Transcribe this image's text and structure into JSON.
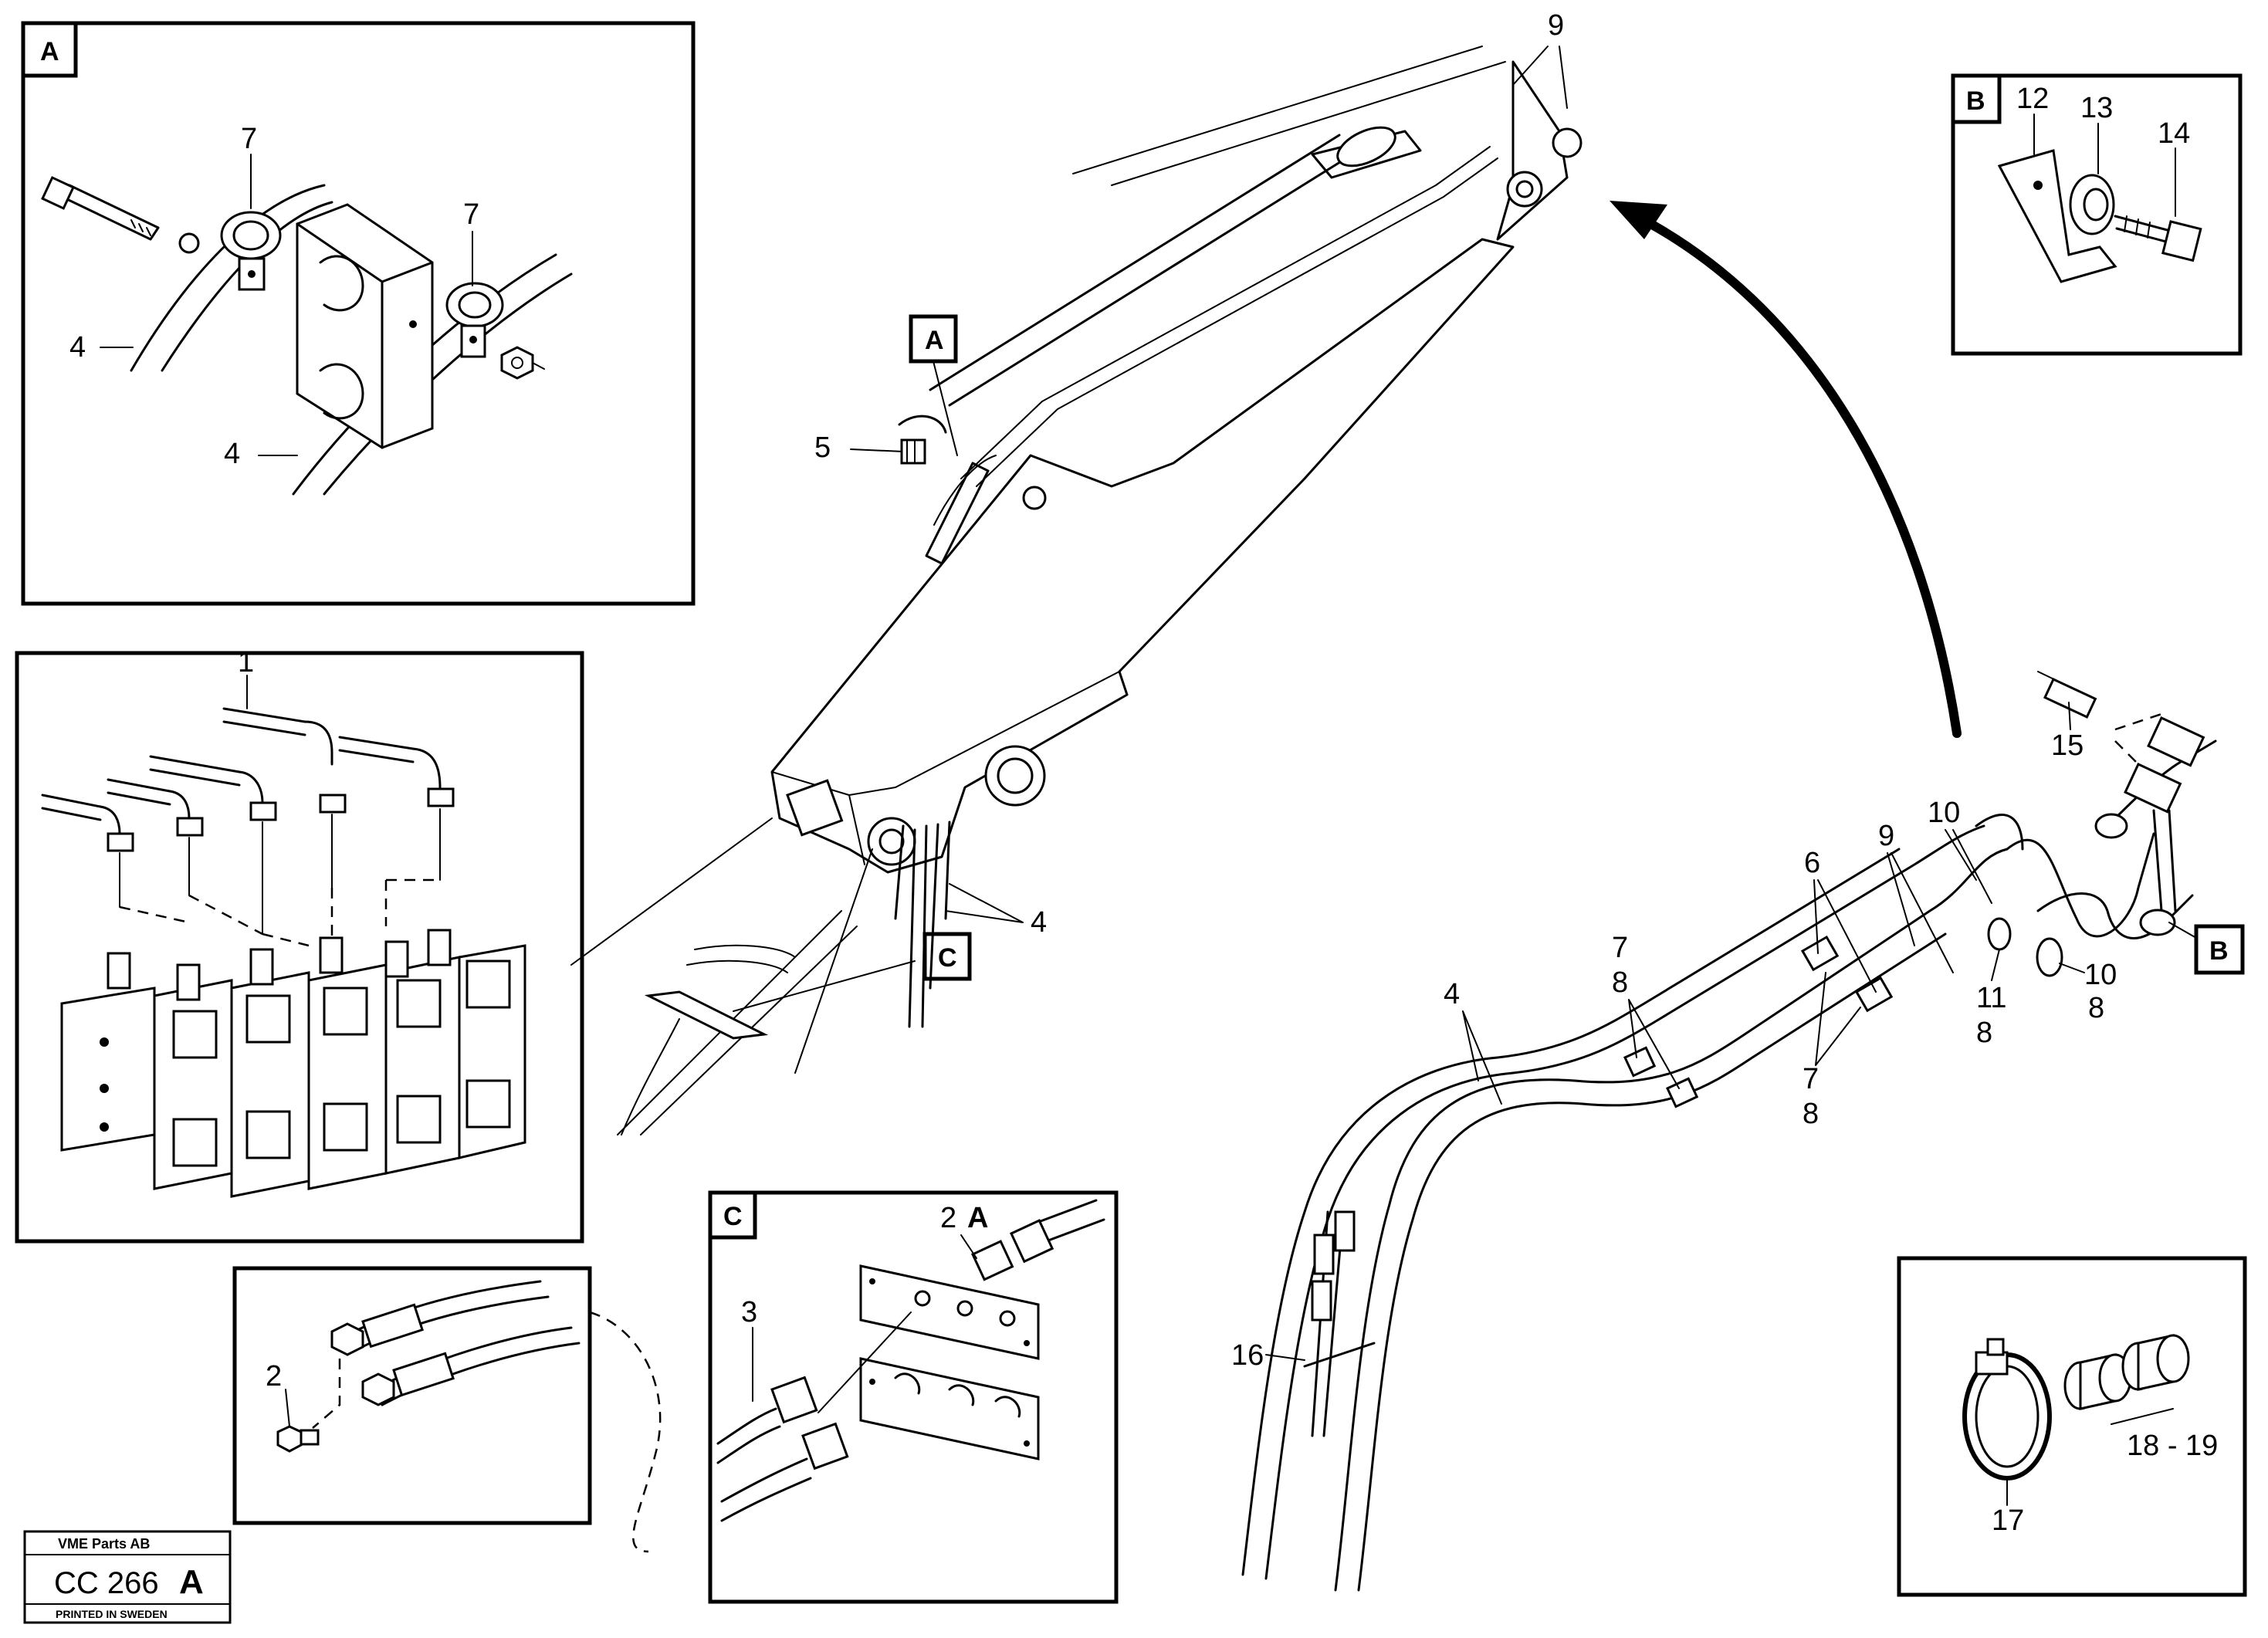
{
  "title_block": {
    "company": "VME Parts AB",
    "drawing_code": "CC 266",
    "drawing_revision": "A",
    "footer": "PRINTED IN SWEDEN"
  },
  "detail_boxes": {
    "A": "A",
    "B": "B",
    "C": "C"
  },
  "callouts": {
    "A_box_7a": "7",
    "A_box_7b": "7",
    "A_box_4a": "4",
    "A_box_4b": "4",
    "valve_1": "1",
    "B_box_12": "12",
    "B_box_13": "13",
    "B_box_14": "14",
    "C_box_2": "2",
    "C_box_2A_letter": "A",
    "C_box_3": "3",
    "fitting_2": "2",
    "main_9_top": "9",
    "main_5": "5",
    "main_4_boom": "4",
    "main_A_tag": "A",
    "main_C_tag": "C",
    "main_B_tag": "B",
    "main_15": "15",
    "main_9": "9",
    "main_10_top": "10",
    "main_6": "6",
    "main_7_upper": "7",
    "main_8_upper": "8",
    "main_4_hose": "4",
    "main_11": "11",
    "main_8_mid": "8",
    "main_10_low": "10",
    "main_8_low": "8",
    "main_7_lower": "7",
    "main_8_lower": "8",
    "main_16": "16",
    "clamp_17": "17",
    "clamp_18_19": "18 - 19"
  }
}
